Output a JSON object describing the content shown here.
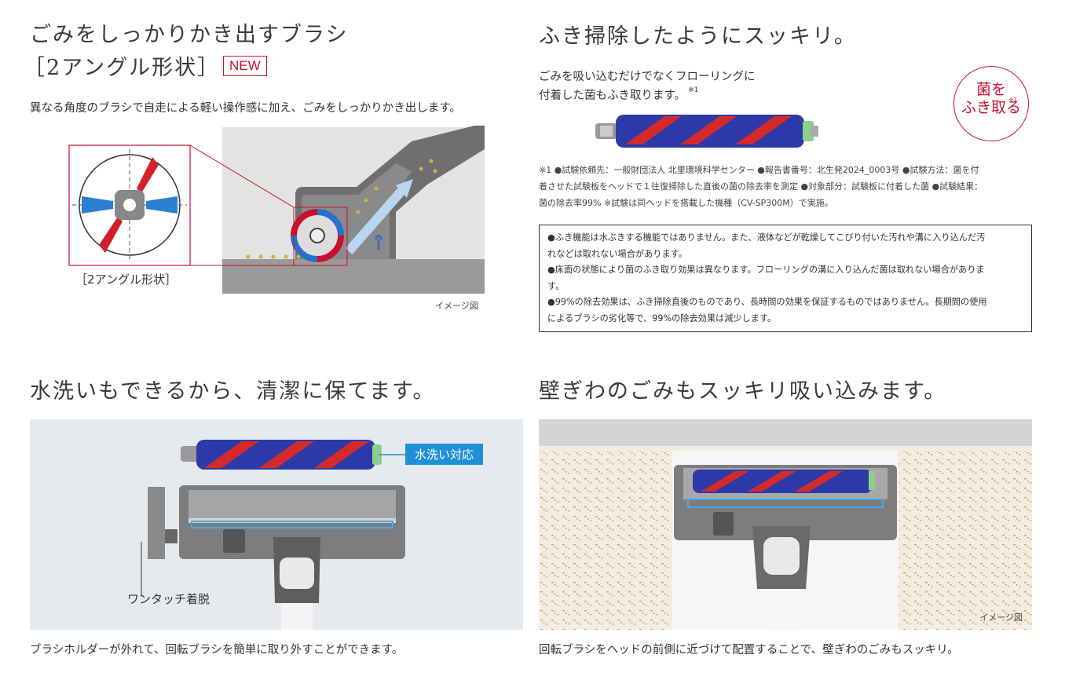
{
  "sec1": {
    "title_line1": "ごみをしっかりかき出すブラシ",
    "title_line2": "［2アングル形状］",
    "badge": "NEW",
    "desc": "異なる角度のブラシで自走による軽い操作感に加え、ごみをしっかりかき出します。",
    "diagram_caption": "［2アングル形状］",
    "image_note": "イメージ図"
  },
  "sec2": {
    "title": "ふき掃除したようにスッキリ。",
    "desc_line1": "ごみを吸い込むだけでなくフローリングに",
    "desc_line2": "付着した菌もふき取ります。",
    "desc_mark": "※1",
    "seal_line1": "菌を",
    "seal_mark": "※1",
    "seal_line2": "ふき取る",
    "footnote_line1": "※1 ●試験依頼先：一般財団法人 北里環境科学センター ●報告書番号：北生発2024_0003号 ●試験方法：菌を付",
    "footnote_line2": "着させた試験板をヘッドで１往復掃除した直後の菌の除去率を測定 ●対象部分：試験板に付着した菌 ●試験結果：",
    "footnote_line3": "菌の除去率99% ※試験は同ヘッドを搭載した機種（CV-SP300M）で実施。",
    "notes": [
      "●ふき機能は水ぶきする機能ではありません。また、液体などが乾燥してこびり付いた汚れや溝に入り込んだ汚",
      "れなどは取れない場合があります。",
      "●床面の状態により菌のふき取り効果は異なります。フローリングの溝に入り込んだ菌は取れない場合がありま",
      "す。",
      "●99%の除去効果は、ふき掃除直後のものであり、長時間の効果を保証するものではありません。長期間の使用",
      "によるブラシの劣化等で、99%の除去効果は減少します。"
    ]
  },
  "sec3": {
    "title": "水洗いもできるから、清潔に保てます。",
    "callout": "水洗い対応",
    "label": "ワンタッチ着脱",
    "caption": "ブラシホルダーが外れて、回転ブラシを簡単に取り外すことができます。"
  },
  "sec4": {
    "title": "壁ぎわのごみもスッキリ吸い込みます。",
    "image_note": "イメージ図",
    "caption": "回転ブラシをヘッドの前側に近づけて配置することで、壁ぎわのごみもスッキリ。"
  },
  "colors": {
    "accent_red": "#c8102e",
    "callout_blue": "#1e90d6"
  }
}
